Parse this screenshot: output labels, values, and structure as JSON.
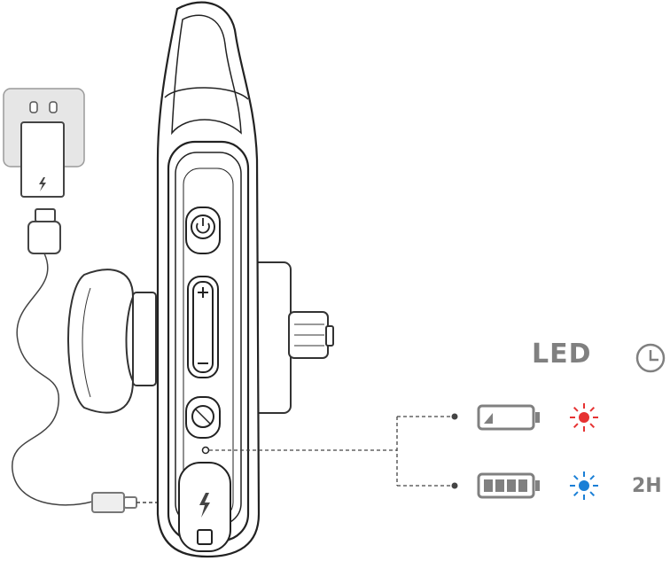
{
  "legend": {
    "header_label": "LED",
    "header_icon": "clock-icon",
    "rows": [
      {
        "battery_icon": "battery-low-icon",
        "led_icon": "led-light-icon",
        "led_color": "#e63232",
        "duration": ""
      },
      {
        "battery_icon": "battery-full-icon",
        "led_icon": "led-light-icon",
        "led_color": "#1a7fd6",
        "duration": "2H"
      }
    ]
  },
  "device": {
    "buttons": [
      "power-button",
      "volume-button",
      "mute-button",
      "charging-port"
    ]
  },
  "charger": {
    "adapter_icon": "wall-adapter-icon",
    "cable_icon": "usb-cable-icon",
    "plug_symbol": "lightning-icon"
  }
}
